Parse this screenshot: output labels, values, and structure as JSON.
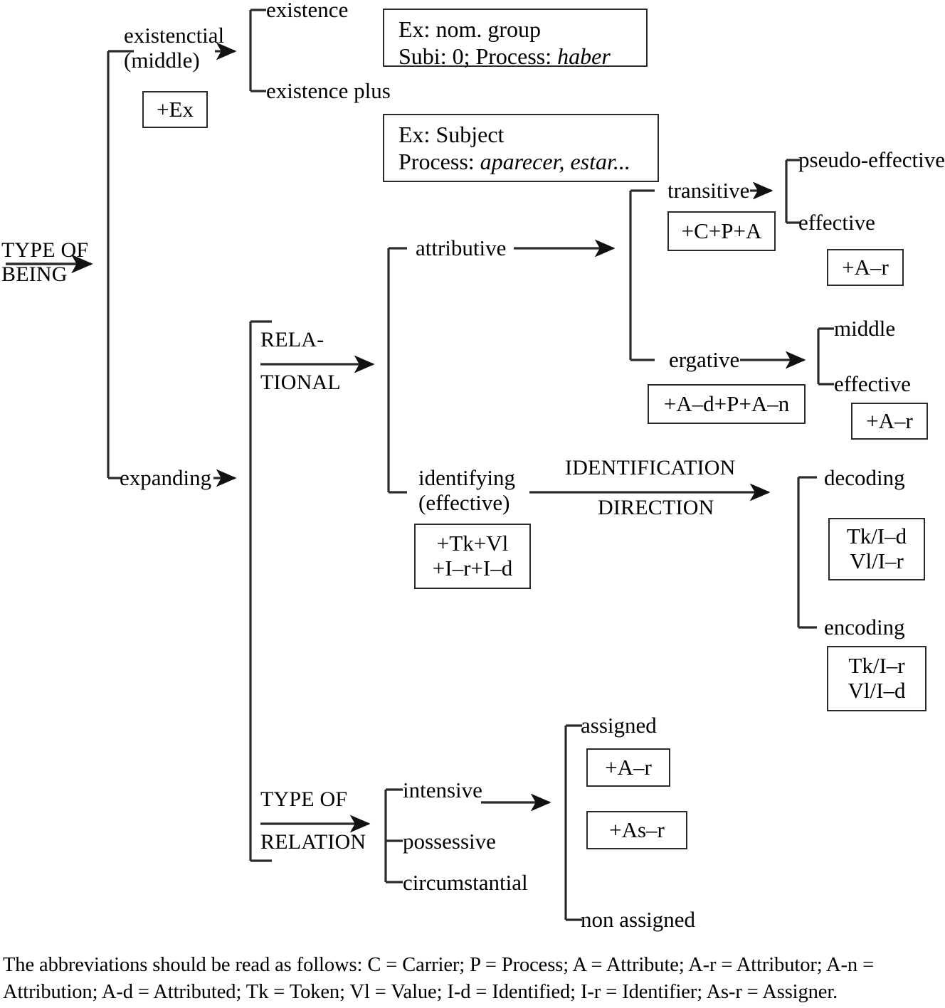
{
  "diagram": {
    "title_entry": "TYPE OF\nBEING",
    "entry_label_line1": "TYPE OF",
    "entry_label_line2": "BEING",
    "systems": {
      "type_of_being": {
        "name_line1": "TYPE OF",
        "name_line2": "BEING",
        "options": [
          "existenctial (middle)",
          "expanding"
        ]
      },
      "existential_sub": {
        "options": [
          "existence",
          "existence plus"
        ]
      },
      "relational": {
        "name_line1": "RELA-",
        "name_line2": "TIONAL",
        "options": [
          "attributive",
          "identifying (effective)"
        ]
      },
      "attributive_sub": {
        "options": [
          "transitive",
          "ergative"
        ]
      },
      "transitive_sub": {
        "options": [
          "pseudo-effective",
          "effective"
        ]
      },
      "ergative_sub": {
        "options": [
          "middle",
          "effective"
        ]
      },
      "identification_direction": {
        "name_line1": "IDENTIFICATION",
        "name_line2": "DIRECTION",
        "options": [
          "decoding",
          "encoding"
        ]
      },
      "type_of_relation": {
        "name_line1": "TYPE OF",
        "name_line2": "RELATION",
        "options": [
          "intensive",
          "possessive",
          "circumstantial"
        ]
      },
      "assignment": {
        "options": [
          "assigned",
          "non assigned"
        ]
      }
    },
    "labels": {
      "existenctial_l1": "existenctial",
      "existenctial_l2": "(middle)",
      "expanding": "expanding",
      "existence": "existence",
      "existence_plus": "existence plus",
      "relational_l1": "RELA-",
      "relational_l2": "TIONAL",
      "attributive": "attributive",
      "identifying_l1": "identifying",
      "identifying_l2": "(effective)",
      "transitive": "transitive",
      "ergative": "ergative",
      "pseudo_effective": "pseudo-effective",
      "effective_top": "effective",
      "middle": "middle",
      "effective_bottom": "effective",
      "identification_l1": "IDENTIFICATION",
      "identification_l2": "DIRECTION",
      "decoding": "decoding",
      "encoding": "encoding",
      "type_of_relation_l1": "TYPE OF",
      "type_of_relation_l2": "RELATION",
      "intensive": "intensive",
      "possessive": "possessive",
      "circumstantial": "circumstantial",
      "assigned": "assigned",
      "non_assigned": "non assigned"
    },
    "realization_boxes": {
      "ex": "+Ex",
      "c_p_a": "+C+P+A",
      "a_r_transitive": "+A–r",
      "a_d_p_a_n": "+A–d+P+A–n",
      "a_r_ergative": "+A–r",
      "tk_vl_l1": "+Tk+Vl",
      "tk_vl_l2": "+I–r+I–d",
      "decoding_l1": "Tk/I–d",
      "decoding_l2": "Vl/I–r",
      "encoding_l1": "Tk/I–r",
      "encoding_l2": "Vl/I–d",
      "assigned_a_r": "+A–r",
      "assigned_as_r": "+As–r"
    },
    "example_boxes": {
      "existence": {
        "line1": "Ex: nom. group",
        "line2_prefix": "Subi: 0; Process: ",
        "line2_italic": "haber"
      },
      "existence_plus": {
        "line1": "Ex: Subject",
        "line2_prefix": "Process: ",
        "line2_italic": "aparecer, estar..."
      }
    },
    "caption": "The abbreviations should be read as follows: C = Carrier; P = Process; A = Attribute; A-r = Attributor; A-n = Attribution; A-d = Attributed; Tk = Token; Vl = Value; I-d = Identified; I-r = Identifier; As-r = Assigner.",
    "colors": {
      "line": "#2b2b2b",
      "text": "#000000",
      "background": "#ffffff"
    }
  }
}
